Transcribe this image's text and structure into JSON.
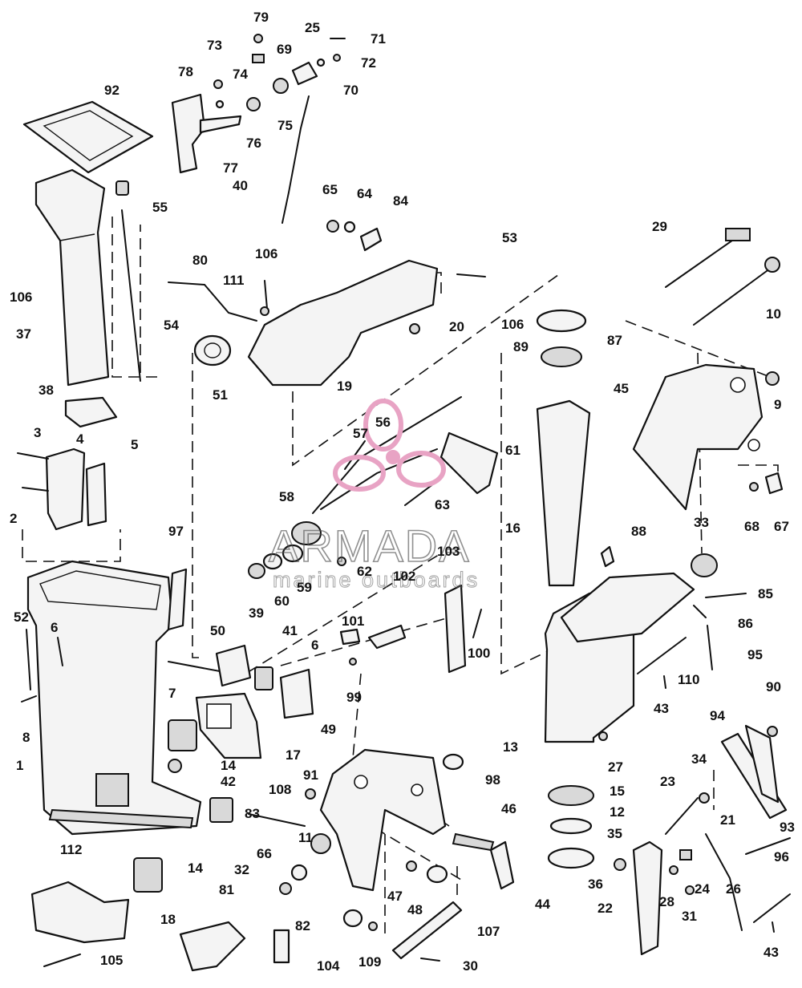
{
  "watermark": {
    "brand": "ARMADA",
    "tagline": "marine outboards",
    "logo_color": "#e8a3c4"
  },
  "callouts": [
    {
      "id": "79",
      "label": "79"
    },
    {
      "id": "25",
      "label": "25"
    },
    {
      "id": "71",
      "label": "71"
    },
    {
      "id": "73",
      "label": "73"
    },
    {
      "id": "69",
      "label": "69"
    },
    {
      "id": "72",
      "label": "72"
    },
    {
      "id": "78",
      "label": "78"
    },
    {
      "id": "74",
      "label": "74"
    },
    {
      "id": "70",
      "label": "70"
    },
    {
      "id": "92",
      "label": "92"
    },
    {
      "id": "75",
      "label": "75"
    },
    {
      "id": "76",
      "label": "76"
    },
    {
      "id": "77",
      "label": "77"
    },
    {
      "id": "40",
      "label": "40"
    },
    {
      "id": "55",
      "label": "55"
    },
    {
      "id": "65",
      "label": "65"
    },
    {
      "id": "64",
      "label": "64"
    },
    {
      "id": "84",
      "label": "84"
    },
    {
      "id": "29",
      "label": "29"
    },
    {
      "id": "53",
      "label": "53"
    },
    {
      "id": "106a",
      "label": "106"
    },
    {
      "id": "80",
      "label": "80"
    },
    {
      "id": "106b",
      "label": "106"
    },
    {
      "id": "111",
      "label": "111"
    },
    {
      "id": "54",
      "label": "54"
    },
    {
      "id": "10",
      "label": "10"
    },
    {
      "id": "37",
      "label": "37"
    },
    {
      "id": "20",
      "label": "20"
    },
    {
      "id": "106c",
      "label": "106"
    },
    {
      "id": "87",
      "label": "87"
    },
    {
      "id": "89",
      "label": "89"
    },
    {
      "id": "51",
      "label": "51"
    },
    {
      "id": "19",
      "label": "19"
    },
    {
      "id": "38",
      "label": "38"
    },
    {
      "id": "45",
      "label": "45"
    },
    {
      "id": "9",
      "label": "9"
    },
    {
      "id": "3",
      "label": "3"
    },
    {
      "id": "4",
      "label": "4"
    },
    {
      "id": "5",
      "label": "5"
    },
    {
      "id": "57",
      "label": "57"
    },
    {
      "id": "56",
      "label": "56"
    },
    {
      "id": "61",
      "label": "61"
    },
    {
      "id": "2",
      "label": "2"
    },
    {
      "id": "63",
      "label": "63"
    },
    {
      "id": "68",
      "label": "68"
    },
    {
      "id": "67",
      "label": "67"
    },
    {
      "id": "58",
      "label": "58"
    },
    {
      "id": "97",
      "label": "97"
    },
    {
      "id": "16",
      "label": "16"
    },
    {
      "id": "33",
      "label": "33"
    },
    {
      "id": "88",
      "label": "88"
    },
    {
      "id": "103",
      "label": "103"
    },
    {
      "id": "62",
      "label": "62"
    },
    {
      "id": "102",
      "label": "102"
    },
    {
      "id": "39",
      "label": "39"
    },
    {
      "id": "60",
      "label": "60"
    },
    {
      "id": "59",
      "label": "59"
    },
    {
      "id": "85",
      "label": "85"
    },
    {
      "id": "52",
      "label": "52"
    },
    {
      "id": "86",
      "label": "86"
    },
    {
      "id": "6a",
      "label": "6"
    },
    {
      "id": "101",
      "label": "101"
    },
    {
      "id": "50",
      "label": "50"
    },
    {
      "id": "41",
      "label": "41"
    },
    {
      "id": "100",
      "label": "100"
    },
    {
      "id": "95",
      "label": "95"
    },
    {
      "id": "6b",
      "label": "6"
    },
    {
      "id": "110",
      "label": "110"
    },
    {
      "id": "7",
      "label": "7"
    },
    {
      "id": "99",
      "label": "99"
    },
    {
      "id": "43a",
      "label": "43"
    },
    {
      "id": "90",
      "label": "90"
    },
    {
      "id": "8",
      "label": "8"
    },
    {
      "id": "94",
      "label": "94"
    },
    {
      "id": "49",
      "label": "49"
    },
    {
      "id": "27",
      "label": "27"
    },
    {
      "id": "13",
      "label": "13"
    },
    {
      "id": "17",
      "label": "17"
    },
    {
      "id": "14a",
      "label": "14"
    },
    {
      "id": "42",
      "label": "42"
    },
    {
      "id": "34",
      "label": "34"
    },
    {
      "id": "1",
      "label": "1"
    },
    {
      "id": "91",
      "label": "91"
    },
    {
      "id": "98",
      "label": "98"
    },
    {
      "id": "23",
      "label": "23"
    },
    {
      "id": "15",
      "label": "15"
    },
    {
      "id": "108",
      "label": "108"
    },
    {
      "id": "46",
      "label": "46"
    },
    {
      "id": "12",
      "label": "12"
    },
    {
      "id": "83",
      "label": "83"
    },
    {
      "id": "21",
      "label": "21"
    },
    {
      "id": "93",
      "label": "93"
    },
    {
      "id": "112",
      "label": "112"
    },
    {
      "id": "11",
      "label": "11"
    },
    {
      "id": "35",
      "label": "35"
    },
    {
      "id": "66",
      "label": "66"
    },
    {
      "id": "96",
      "label": "96"
    },
    {
      "id": "14b",
      "label": "14"
    },
    {
      "id": "32",
      "label": "32"
    },
    {
      "id": "36",
      "label": "36"
    },
    {
      "id": "47",
      "label": "47"
    },
    {
      "id": "24",
      "label": "24"
    },
    {
      "id": "26",
      "label": "26"
    },
    {
      "id": "81",
      "label": "81"
    },
    {
      "id": "48",
      "label": "48"
    },
    {
      "id": "44",
      "label": "44"
    },
    {
      "id": "28",
      "label": "28"
    },
    {
      "id": "18",
      "label": "18"
    },
    {
      "id": "22",
      "label": "22"
    },
    {
      "id": "31",
      "label": "31"
    },
    {
      "id": "82",
      "label": "82"
    },
    {
      "id": "107",
      "label": "107"
    },
    {
      "id": "105",
      "label": "105"
    },
    {
      "id": "104",
      "label": "104"
    },
    {
      "id": "109",
      "label": "109"
    },
    {
      "id": "30",
      "label": "30"
    },
    {
      "id": "43b",
      "label": "43"
    }
  ]
}
